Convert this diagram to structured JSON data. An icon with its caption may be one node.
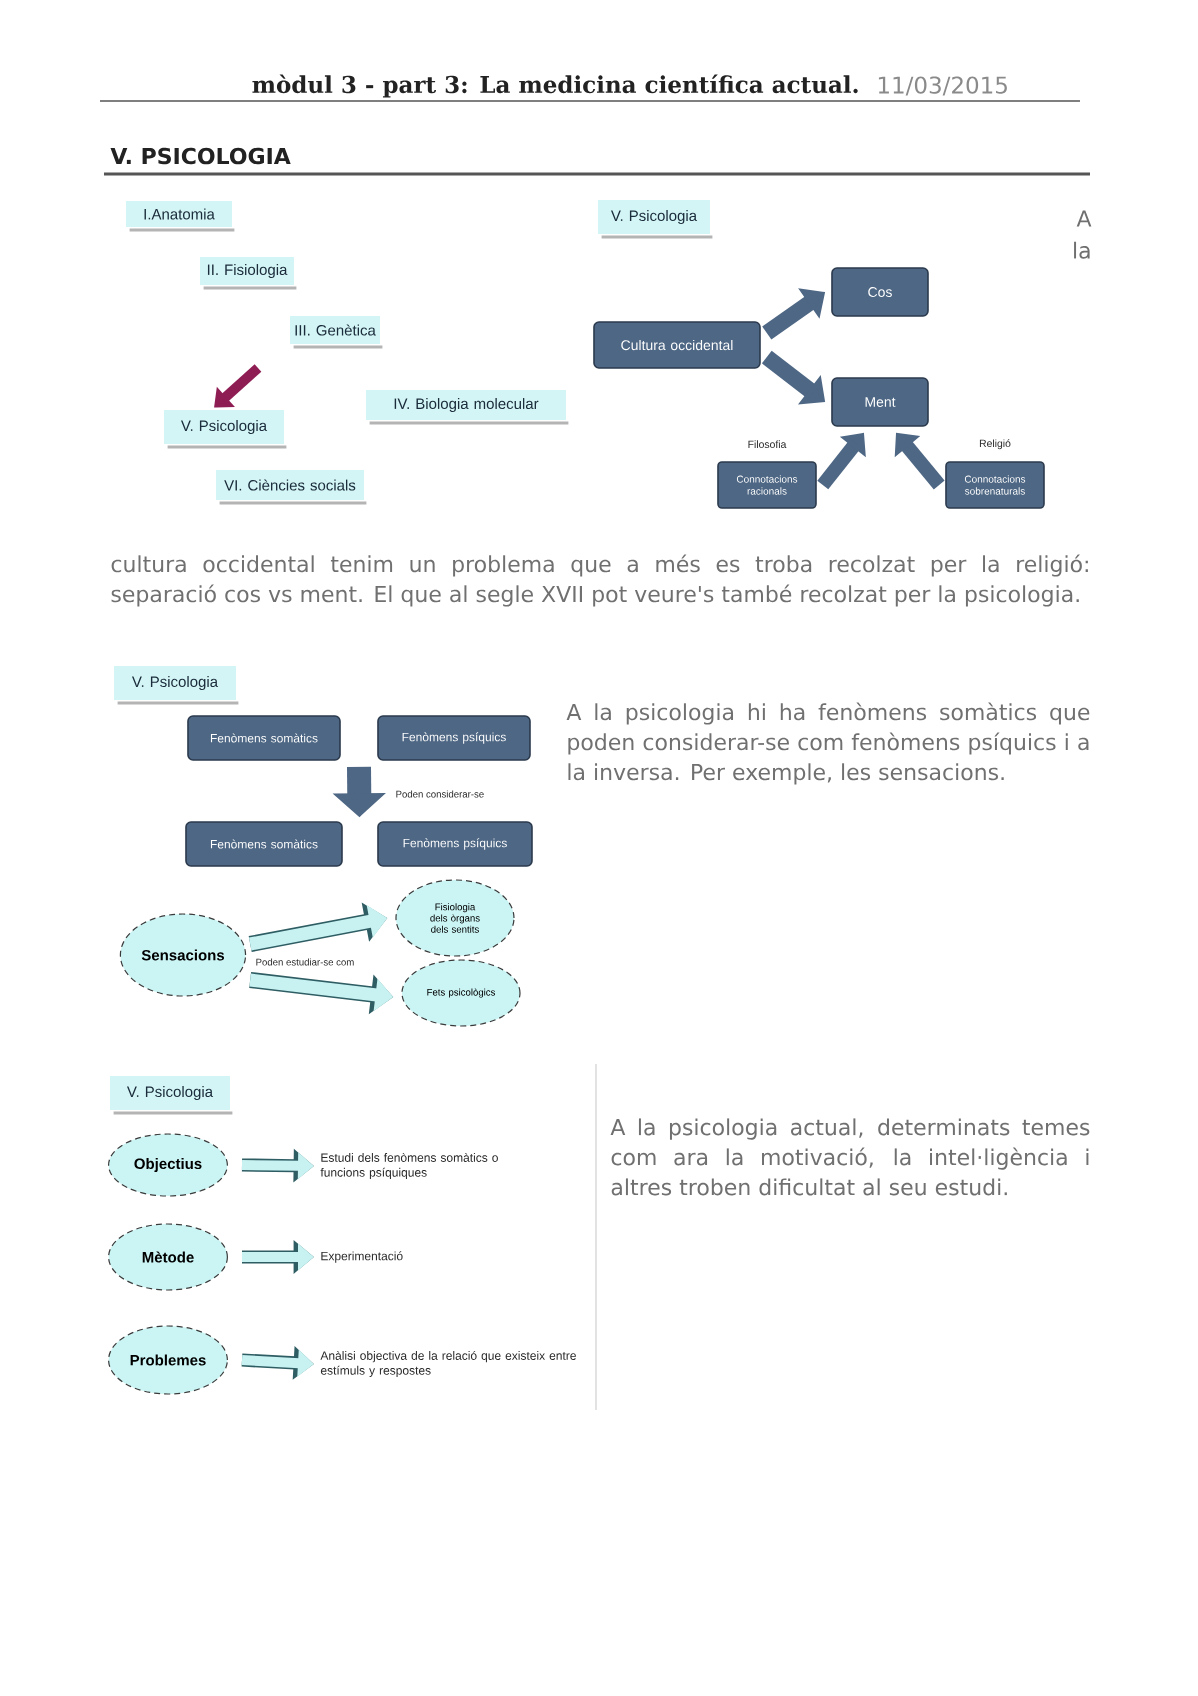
{
  "diagram": {
    "title": "V. PSICOLOGIA",
    "nodes": [
      {
        "text": [
          "I.Anatomia"
        ]
      },
      {
        "text": [
          "II. Fisiologia"
        ]
      },
      {
        "text": [
          "III. Genètica"
        ]
      },
      {
        "text": [
          "IV. Biologia molecular"
        ]
      },
      {
        "text": [
          "V. Psicologia"
        ]
      },
      {
        "text": [
          "VI. Ciències socials"
        ]
      },
      {
        "text": [
          "V. Psicologia"
        ]
      },
      {
        "text": [
          "Cos"
        ]
      },
      {
        "text": [
          "Cultura occidental"
        ]
      },
      {
        "text": [
          "Ment"
        ]
      },
      {
        "text": [
          "Connotacions racionals"
        ],
        "beside": [
          "Filosofia"
        ]
      },
      {
        "text": [
          "Connotacions sobrenaturals"
        ],
        "beside": [
          "Religió"
        ]
      },
      {
        "text": [
          "V. Psicologia"
        ]
      },
      {
        "text": [
          "Fenòmens somàtics"
        ]
      },
      {
        "text": [
          "Fenòmens psíquics"
        ]
      },
      {
        "text": [
          "Fenòmens somàtics"
        ]
      },
      {
        "text": [
          "Fenòmens psíquics"
        ]
      },
      {
        "text": [
          "Sensacions"
        ]
      },
      {
        "text": [
          "Fisiologia dels òrgans dels sentits"
        ]
      },
      {
        "text": [
          "Fets psicològics"
        ]
      },
      {
        "text": [
          "V. Psicologia"
        ]
      },
      {
        "text": [
          "Objectius"
        ]
      },
      {
        "text": [
          "Estudi dels fenòmens somàtics o funcions psíquiques"
        ]
      },
      {
        "text": [
          "Mètode"
        ]
      },
      {
        "text": [
          "Experimentació"
        ]
      },
      {
        "text": [
          "Problemes"
        ]
      },
      {
        "text": [
          "Anàlisi objectiva de la relació que existeix entre estímuls y respostes"
        ]
      }
    ],
    "edges": [
      {
        "from": null,
        "to": 4,
        "arrow": "to",
        "color": "#8e1d54"
      },
      {
        "from": 8,
        "to": 7,
        "arrow": "to"
      },
      {
        "from": 8,
        "to": 9,
        "arrow": "to"
      },
      {
        "from": 10,
        "to": 9,
        "arrow": "to"
      },
      {
        "from": 11,
        "to": 9,
        "arrow": "to"
      },
      {
        "from": 13,
        "to": 16,
        "arrow": "to",
        "label": "Poden considerar-se",
        "style": "thick"
      },
      {
        "from": 14,
        "to": 15,
        "arrow": "to",
        "style": "thick"
      },
      {
        "from": 17,
        "to": 18,
        "arrow": "to",
        "color": "#c8f2f2"
      },
      {
        "from": 17,
        "to": 19,
        "arrow": "to",
        "color": "#c8f2f2",
        "label": "Poden estudiar-se com"
      },
      {
        "from": 21,
        "to": 22,
        "arrow": "to",
        "color": "#c8f2f2"
      },
      {
        "from": 23,
        "to": 24,
        "arrow": "to",
        "color": "#c8f2f2"
      },
      {
        "from": 25,
        "to": 26,
        "arrow": "to",
        "color": "#c8f2f2"
      }
    ],
    "labels": [
      "mòdul 3 - part 3: La medicina científica actual.",
      "11/03/2015",
      "A la",
      "cultura occidental tenim un problema que a més es troba recolzat per la religió: separació cos vs ment. El que al segle XVII pot veure's també recolzat per la psicologia.",
      "A la psicologia hi ha fenòmens somàtics que poden considerar-se com fenòmens psíquics i a la inversa. Per exemple, les sensacions.",
      "A la psicologia actual, determinats temes com ara la motivació, la intel·ligència i altres troben dificultat al seu estudi."
    ]
  }
}
